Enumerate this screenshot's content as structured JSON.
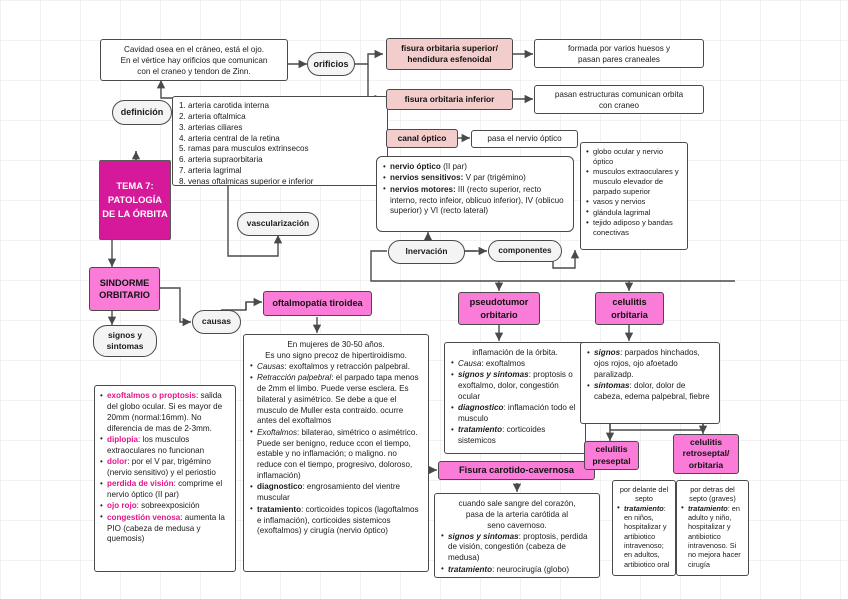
{
  "title": "TEMA 7: PATOLOGIA DE LA ORBITA - mapa conceptual",
  "nodes": {
    "definicion": "definición",
    "def_text_l1": "Cavidad osea en el cráneo, está el ojo.",
    "def_text_l2": "En el vértice hay orificios que comunican",
    "def_text_l3": "con el craneo y  tendon de Zinn.",
    "orificios": "orificios",
    "fisura_sup": "fisura orbitaria superior/ hendidura esfenoidal",
    "fisura_sup_desc_l1": "formada por varios  huesos y",
    "fisura_sup_desc_l2": "pasan pares craneales",
    "fisura_inf": "fisura orbitaria inferior",
    "fisura_inf_desc_l1": "pasan estructuras comunican orbita",
    "fisura_inf_desc_l2": "con craneo",
    "canal_optico": "canal óptico",
    "canal_optico_desc": "pasa el nervio óptico",
    "tema": "TEMA 7: PATOLOGÍA DE LA ÓRBITA",
    "sindrome": "SINDORME ORBITARIO",
    "signos_sintomas": "signos y sintomas",
    "causas": "causas",
    "vascularizacion": "vascularización",
    "inervacion": "Inervación",
    "componentes": "componentes",
    "oftalmopatia": "oftalmopatía tiroidea",
    "pseudotumor": "pseudotumor orbitario",
    "celulitis_orbitaria": "celulitis orbitaria",
    "fisura_carotido": "Fisura carotido-cavernosa",
    "celulitis_preseptal": "celulitis preseptal",
    "celulitis_retroseptal": "celulitis retroseptal/ orbitaria"
  },
  "vascularizacion_list": [
    "1. arteria carotida interna",
    "2. arteria oftalmica",
    "3. arterias ciliares",
    "4. arteria central de la retina",
    "5. ramas para musculos extrinsecos",
    "6. arteria supraorbitaria",
    "7. arteria lagrimal",
    "8. venas oftalmicas superior e inferior"
  ],
  "inervacion_items": [
    {
      "lead": "nervio óptico",
      "rest": " (II par)"
    },
    {
      "lead": "nervios sensitivos:",
      "rest": " V par (trigémino)"
    },
    {
      "lead": "nervios motores:",
      "rest": " III (recto superior, recto interno, recto infeior, oblicuo inferior), IV (oblicuo superior) y VI (recto lateral)"
    }
  ],
  "componentes_items": [
    "globo ocular y nervio óptico",
    "musculos extraoculares y musculo elevador de parpado superior",
    "vasos y nervios",
    "glándula lagrimal",
    "tejido adiposo y bandas conectivas"
  ],
  "signos_sintomas_items": [
    {
      "lead": "exoftalmos o proptosis",
      "rest": ": salida del globo ocular. Si es mayor de 20mm (normal:16mm). No diferencia de mas de 2-3mm."
    },
    {
      "lead": "diplopia",
      "rest": ": los musculos extraoculares no funcionan"
    },
    {
      "lead": "dolor",
      "rest": ": por el V par, trigémino (nervio sensitivo) y el periostio"
    },
    {
      "lead": "perdida de visión",
      "rest": ": comprime el nervio óptico (II par)"
    },
    {
      "lead": "ojo rojo",
      "rest": ": sobreexposición"
    },
    {
      "lead": "congestión venosa",
      "rest": ": aumenta la PIO (cabeza de medusa y quemosis)"
    }
  ],
  "oftalmopatia_detail": {
    "head_l1": "En mujeres de 30-50 años.",
    "head_l2": "Es uno signo precoz de hipertiroidismo.",
    "items": [
      {
        "lead": "Causas",
        "italic": true,
        "rest": ": exoftalmos y retracción palpebral."
      },
      {
        "lead": "Retracción palpebral",
        "italic": true,
        "rest": ": el parpado tapa menos de 2mm el limbo. Puede verse esclera. Es bilateral y asimétrico. Se debe a que el musculo de Muller esta contraido. ocurre antes del exoftalmos"
      },
      {
        "lead": "Exoftalmos",
        "italic": true,
        "rest": ": bilaterao, simétrico o asimétrico. Puede ser benigno, reduce ccon el tiempo, estable y no inflamación; o maligno. no reduce con el tiempo, progresivo, doloroso, inflamación)"
      },
      {
        "lead": "diagnostico",
        "italic": false,
        "rest": ": engrosamiento del vientre muscular"
      },
      {
        "lead": "tratamiento",
        "italic": false,
        "rest": ": corticoides topicos (lagoftalmos e inflamación), corticoides sistemicos (exoftalmos) y cirugía (nervio óptico)"
      }
    ]
  },
  "pseudotumor_detail": {
    "head": "inflamación de la órbita.",
    "items": [
      {
        "lead": "Causa",
        "rest": ": exoftalmos"
      },
      {
        "lead": "signos y sintomas",
        "rest": ": proptosis o exoftalmo, dolor, congestión ocular"
      },
      {
        "lead": "diagnostico",
        "rest": ": inflamación todo el musculo"
      },
      {
        "lead": "tratamiento",
        "rest": ":  corticoides sistemicos"
      }
    ]
  },
  "celulitis_detail": {
    "items": [
      {
        "lead": "signos",
        "rest": ": parpados hinchados, ojos rojos, ojo afoetado paralizadp."
      },
      {
        "lead": "síntomas",
        "rest": ": dolor, dolor de cabeza, edema palpebral, fiebre"
      }
    ]
  },
  "fisura_carotido_detail": {
    "head_l1": "cuando sale sangre del corazón,",
    "head_l2": "pasa de la arteria carótida al",
    "head_l3": "seno cavernoso.",
    "items": [
      {
        "lead": "signos y sintomas",
        "rest": ": proptosis, perdida de visión, congestión (cabeza de medusa)"
      },
      {
        "lead": "tratamiento",
        "rest": ": neurocirugía (globo)"
      }
    ]
  },
  "preseptal_detail": {
    "head": "por delante del septo",
    "items": [
      {
        "lead": "tratamiento",
        "rest": ": en niños, hospitalizar y artibiotico intravenoso; en adultos, artibiotico oral"
      }
    ]
  },
  "retroseptal_detail": {
    "head": "por detras del septo (graves)",
    "items": [
      {
        "lead": "tratamiento",
        "rest": ": en adulto y niño, hospitalizar y antibiotico intravenoso. Si no mejora hacer cirugía"
      }
    ]
  },
  "colors": {
    "magenta": "#d6189a",
    "pink": "#fb7bd8",
    "light_pink": "#f3cccc",
    "hot_text": "#e2168c",
    "line": "#4a4a4a",
    "pill_fill": "#f4f4f4"
  }
}
